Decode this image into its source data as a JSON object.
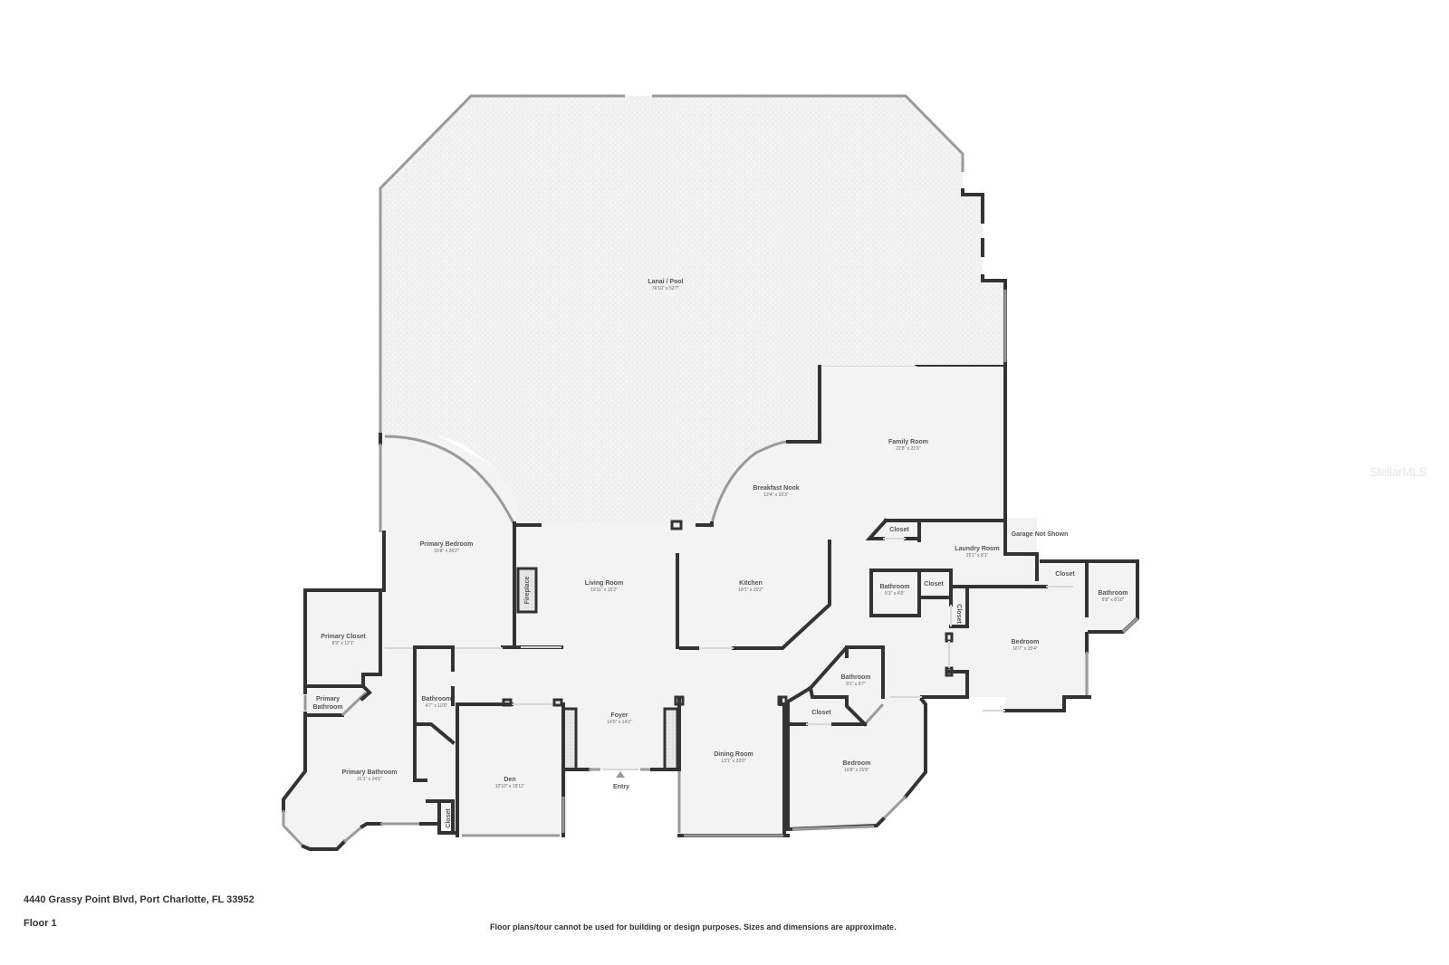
{
  "property": {
    "address": "4440 Grassy Point Blvd, Port Charlotte, FL 33952",
    "floor": "Floor 1"
  },
  "disclaimer": "Floor plans/tour cannot be used for building or design purposes. Sizes and dimensions are approximate.",
  "watermark": "StellarMLS",
  "entry_label": "Entry",
  "annotation_garage": "Garage Not Shown",
  "rooms": {
    "lanai": {
      "name": "Lanai / Pool",
      "dims": "76'10\" x 52'7\""
    },
    "primary_bedroom": {
      "name": "Primary Bedroom",
      "dims": "16'8\" x 26'2\""
    },
    "living_room": {
      "name": "Living Room",
      "dims": "19'11\" x 15'2\""
    },
    "kitchen": {
      "name": "Kitchen",
      "dims": "18'1\" x 15'2\""
    },
    "breakfast_nook": {
      "name": "Breakfast Nook",
      "dims": "12'4\" x 10'3\""
    },
    "family_room": {
      "name": "Family Room",
      "dims": "22'8\" x 21'6\""
    },
    "laundry_room": {
      "name": "Laundry Room",
      "dims": "15'1\" x 8'1\""
    },
    "closet_laundry": {
      "name": "Closet",
      "dims": ""
    },
    "bathroom_small": {
      "name": "Bathroom",
      "dims": "5'3\" x 4'8\""
    },
    "closet_mid": {
      "name": "Closet",
      "dims": ""
    },
    "closet_vertical": {
      "name": "Closet",
      "dims": ""
    },
    "closet_east": {
      "name": "Closet",
      "dims": ""
    },
    "bathroom_east": {
      "name": "Bathroom",
      "dims": "5'8\" x 8'10\""
    },
    "bedroom_east": {
      "name": "Bedroom",
      "dims": "16'7\" x 15'4\""
    },
    "primary_closet": {
      "name": "Primary Closet",
      "dims": "8'9\" x 12'1\""
    },
    "primary_bath_wc_line1": {
      "name": "Primary",
      "dims": ""
    },
    "primary_bath_wc_line2": {
      "name": "Bathroom",
      "dims": ""
    },
    "primary_bathroom": {
      "name": "Primary Bathroom",
      "dims": "21'1\" x 24'6\""
    },
    "bathroom_hall": {
      "name": "Bathroom",
      "dims": "4'7\" x 10'0\""
    },
    "closet_den": {
      "name": "Closet",
      "dims": ""
    },
    "den": {
      "name": "Den",
      "dims": "12'10\" x 15'11\""
    },
    "foyer": {
      "name": "Foyer",
      "dims": "14'0\" x 14'3\""
    },
    "dining_room": {
      "name": "Dining Room",
      "dims": "13'1\" x 23'0\""
    },
    "bathroom_south": {
      "name": "Bathroom",
      "dims": "9'1\" x 9'7\""
    },
    "closet_south": {
      "name": "Closet",
      "dims": ""
    },
    "bedroom_south": {
      "name": "Bedroom",
      "dims": "16'8\" x 15'8\""
    },
    "fireplace": {
      "name": "Fireplace",
      "dims": ""
    }
  },
  "colors": {
    "wall": "#333333",
    "floor": "#f3f3f3",
    "window": "#9a9a9a",
    "text": "#555555"
  }
}
